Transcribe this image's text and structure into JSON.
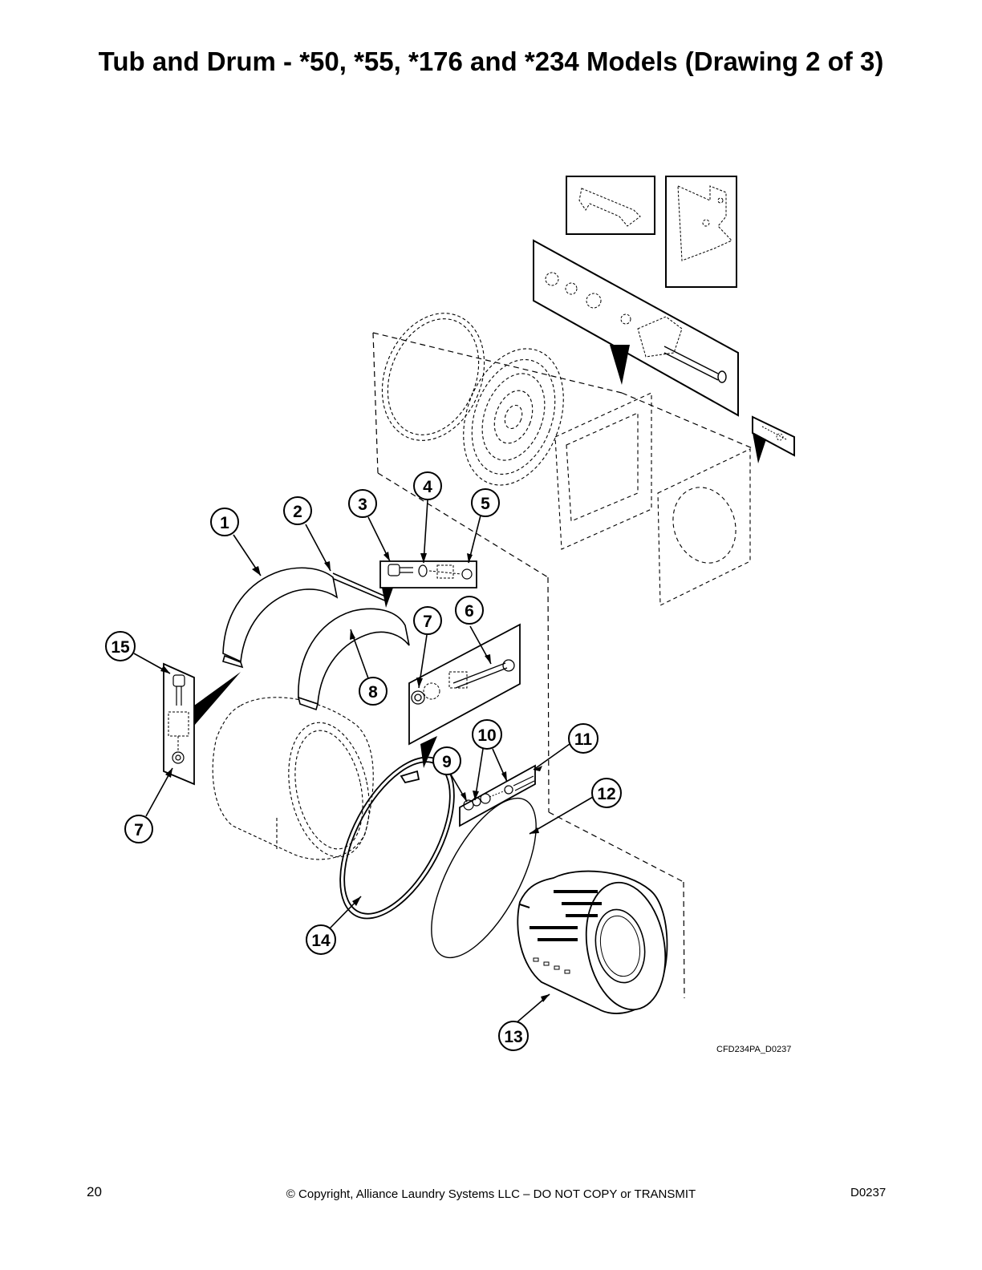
{
  "page": {
    "title": "Tub and Drum - *50, *55, *176 and *234 Models (Drawing 2 of 3)",
    "drawing_code": "CFD234PA_D0237",
    "page_number": "20",
    "copyright": "© Copyright, Alliance Laundry Systems LLC – DO NOT COPY or TRANSMIT",
    "doc_id": "D0237"
  },
  "callouts": [
    "1",
    "2",
    "3",
    "4",
    "5",
    "6",
    "7",
    "8",
    "9",
    "10",
    "11",
    "12",
    "13",
    "14",
    "15",
    "7"
  ]
}
